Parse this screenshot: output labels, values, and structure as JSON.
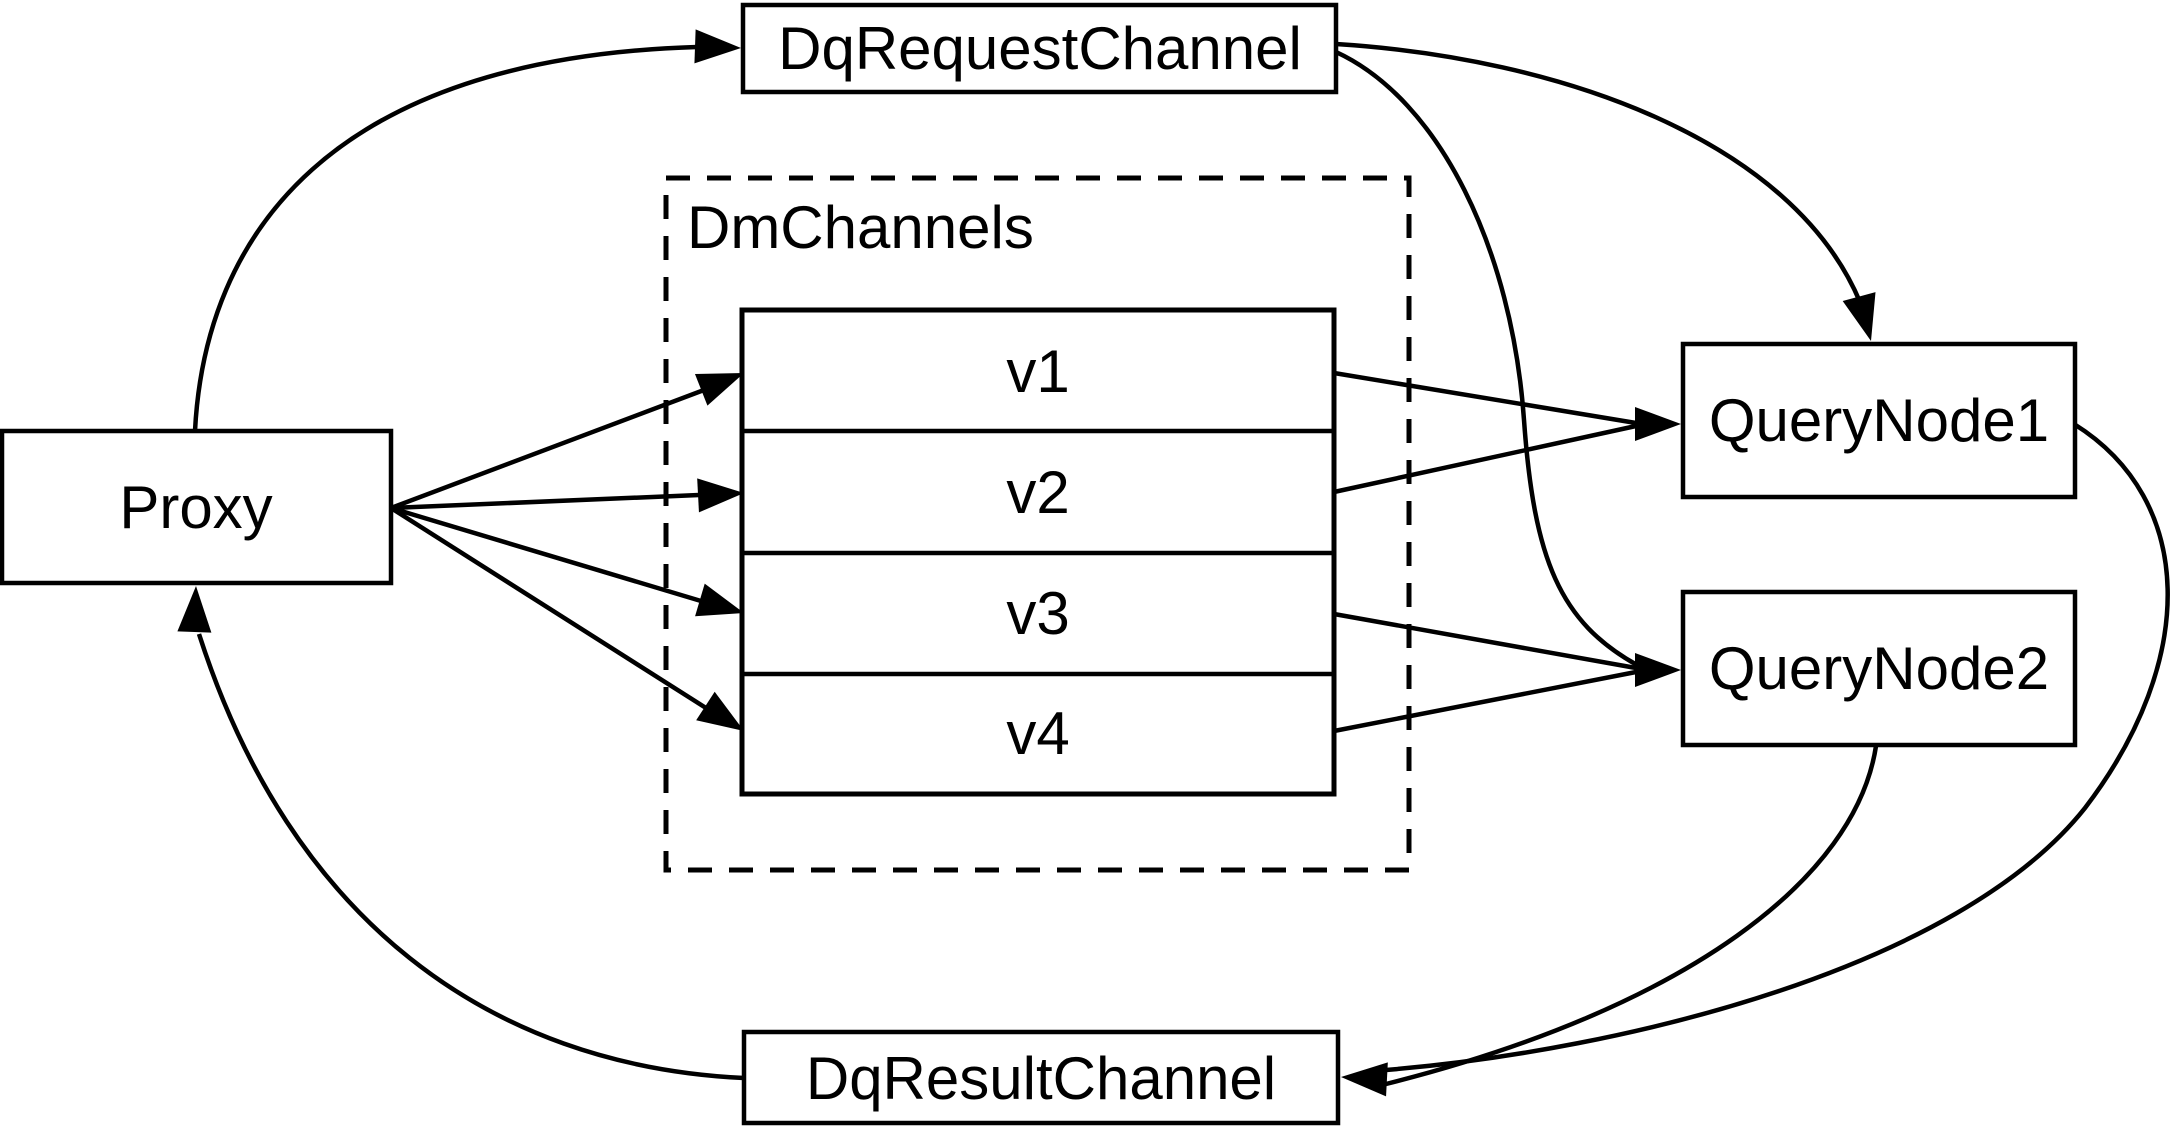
{
  "diagram": {
    "background_color": "#ffffff",
    "line_color": "#000000",
    "nodes": {
      "proxy": {
        "label": "Proxy"
      },
      "dq_request_channel": {
        "label": "DqRequestChannel"
      },
      "dq_result_channel": {
        "label": "DqResultChannel"
      },
      "query_node1": {
        "label": "QueryNode1"
      },
      "query_node2": {
        "label": "QueryNode2"
      }
    },
    "dm_channels_group": {
      "label": "DmChannels",
      "items": [
        {
          "label": "v1"
        },
        {
          "label": "v2"
        },
        {
          "label": "v3"
        },
        {
          "label": "v4"
        }
      ]
    },
    "edges": [
      {
        "from": "Proxy",
        "to": "DqRequestChannel"
      },
      {
        "from": "DqRequestChannel",
        "to": "QueryNode1"
      },
      {
        "from": "DqRequestChannel",
        "to": "QueryNode2"
      },
      {
        "from": "Proxy",
        "to": "v1"
      },
      {
        "from": "Proxy",
        "to": "v2"
      },
      {
        "from": "Proxy",
        "to": "v3"
      },
      {
        "from": "Proxy",
        "to": "v4"
      },
      {
        "from": "v1",
        "to": "QueryNode1"
      },
      {
        "from": "v2",
        "to": "QueryNode1"
      },
      {
        "from": "v3",
        "to": "QueryNode2"
      },
      {
        "from": "v4",
        "to": "QueryNode2"
      },
      {
        "from": "QueryNode1",
        "to": "DqResultChannel"
      },
      {
        "from": "QueryNode2",
        "to": "DqResultChannel"
      },
      {
        "from": "DqResultChannel",
        "to": "Proxy"
      }
    ]
  }
}
